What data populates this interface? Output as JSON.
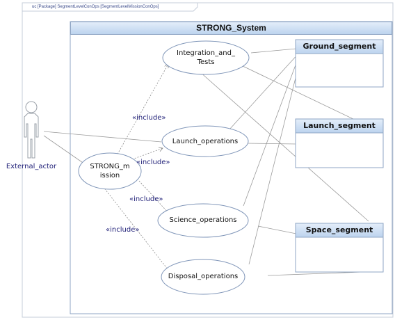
{
  "frame": {
    "label": "uc [Package] SegmentLevelConOps [SegmentLevelMissionConOps]"
  },
  "system": {
    "title": "STRONG_System"
  },
  "actor": {
    "name": "External_actor",
    "icon": "stick-figure-actor-icon"
  },
  "use_cases": {
    "mission": {
      "line1": "STRONG_m",
      "line2": "ission"
    },
    "integration": {
      "line1": "Integration_and_",
      "line2": "Tests"
    },
    "launch": {
      "label": "Launch_operations"
    },
    "science": {
      "label": "Science_operations"
    },
    "disposal": {
      "label": "Disposal_operations"
    }
  },
  "segments": {
    "ground": {
      "title": "Ground_segment"
    },
    "launch": {
      "title": "Launch_segment"
    },
    "space": {
      "title": "Space_segment"
    }
  },
  "relations": {
    "include_1": "«include»",
    "include_2": "«include»",
    "include_3": "«include»",
    "include_4": "«include»"
  },
  "colors": {
    "system_header": "#cde0f4",
    "segment_header": "#cde0f4",
    "border": "#8fa6c4",
    "ellipse_stroke": "#7f95b8",
    "include_text": "#23237a"
  }
}
